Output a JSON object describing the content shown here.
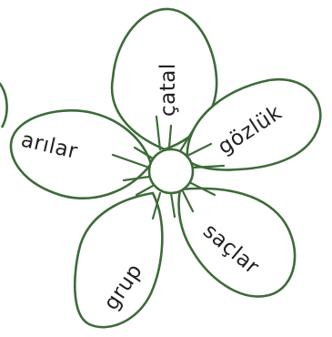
{
  "flower": {
    "words": [
      "çatal",
      "gözlük",
      "saçlar",
      "grup",
      "arılar"
    ],
    "colors": {
      "stroke": "#3d6b38",
      "text": "#222222",
      "fill": "#ffffff"
    }
  }
}
